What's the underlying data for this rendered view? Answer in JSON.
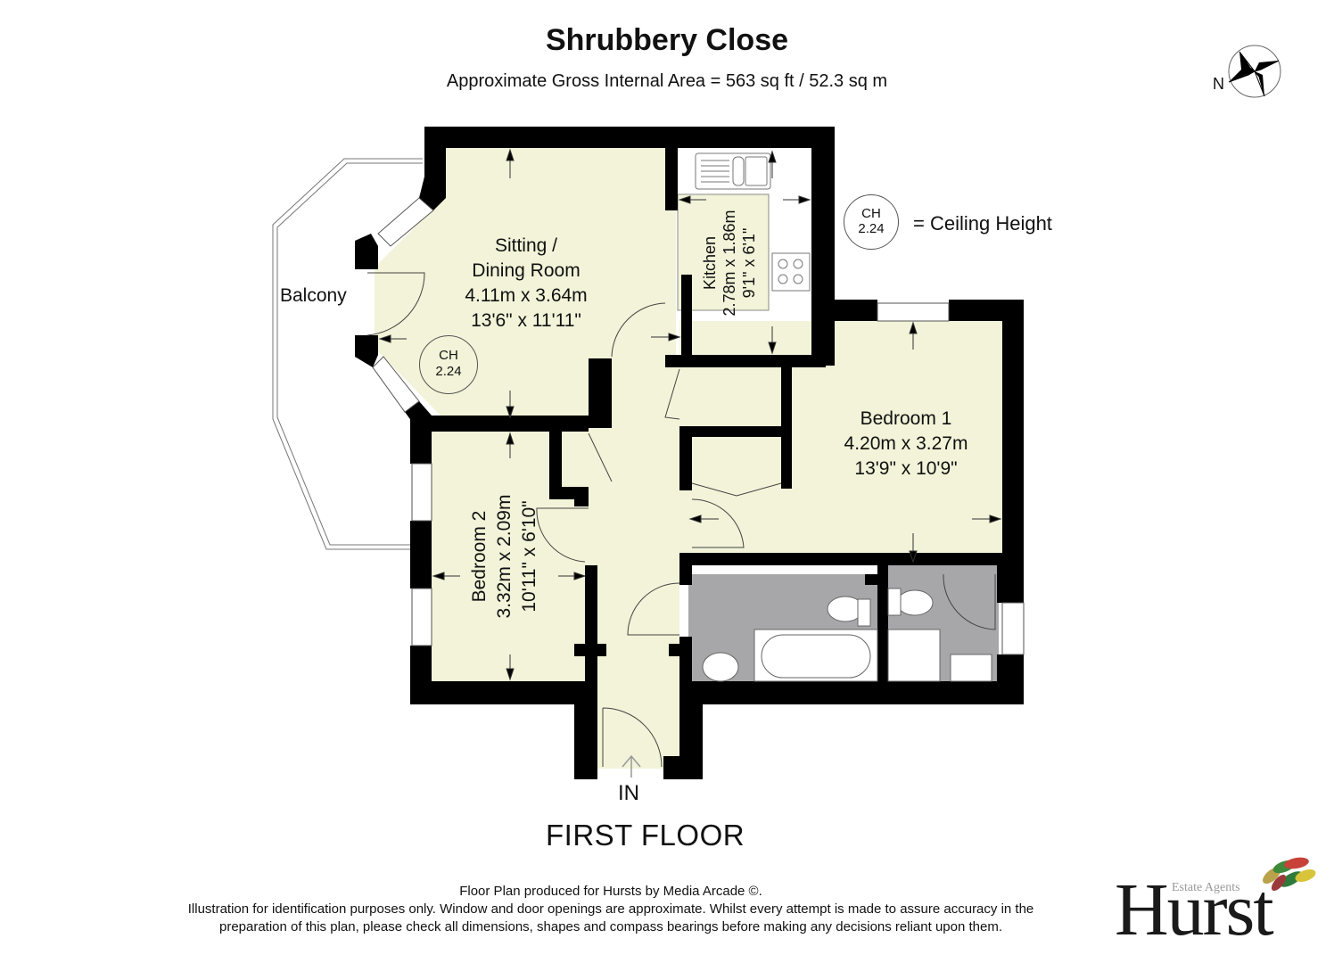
{
  "header": {
    "title": "Shrubbery Close",
    "area_label": "Approximate Gross Internal Area  = 563 sq ft / 52.3 sq m"
  },
  "compass": {
    "label": "N",
    "icon": "compass-star-icon"
  },
  "legend": {
    "ch_line1": "CH",
    "ch_line2": "2.24",
    "description": "= Ceiling Height"
  },
  "rooms": {
    "sitting": {
      "name_line1": "Sitting /",
      "name_line2": "Dining Room",
      "metric": "4.11m x 3.64m",
      "imperial": "13'6\" x 11'11\""
    },
    "kitchen": {
      "name": "Kitchen",
      "metric": "2.78m x 1.86m",
      "imperial": "9'1\" x 6'1\""
    },
    "bedroom1": {
      "name": "Bedroom 1",
      "metric": "4.20m x 3.27m",
      "imperial": "13'9\" x 10'9\""
    },
    "bedroom2": {
      "name": "Bedroom 2",
      "metric": "3.32m x 2.09m",
      "imperial": "10'11\" x 6'10\""
    },
    "balcony": {
      "name": "Balcony"
    }
  },
  "ceiling_height_marker": {
    "line1": "CH",
    "line2": "2.24"
  },
  "entrance": {
    "label": "IN"
  },
  "floor": {
    "label": "FIRST FLOOR"
  },
  "colors": {
    "room_fill": "#f2f3d8",
    "wall": "#000000",
    "bathroom_fill": "#a7a7aa",
    "kitchen_fill": "#ffffff"
  },
  "footer": {
    "credit": "Floor Plan produced for Hursts by Media Arcade ©.",
    "disclaimer_line1": "Illustration for identification purposes only. Window and door openings are approximate. Whilst every attempt is made to assure accuracy in the",
    "disclaimer_line2": "preparation of this plan, please check all dimensions, shapes and compass bearings before making any decisions reliant upon them."
  },
  "logo": {
    "tagline": "Estate Agents",
    "brand": "Hurst"
  }
}
